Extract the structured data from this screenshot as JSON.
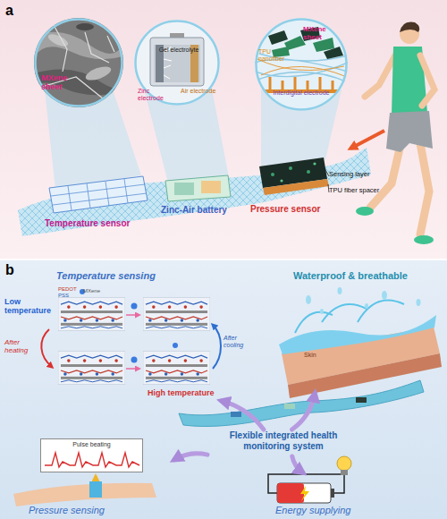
{
  "diagram": {
    "nodes": [
      {
        "text": [
          "MXene sheet"
        ]
      },
      {
        "text": [
          "Gel electrolyte",
          "Zinc electrode",
          "Air electrode"
        ]
      },
      {
        "text": [
          "MXene sheet",
          "TPU nanofiber",
          "Interdigital electrode"
        ]
      },
      {
        "text": [
          "Temperature sensing",
          "Low temperature",
          "PEDOT",
          "PSS",
          "MXene",
          "After heating",
          "After cooling",
          "High temperature"
        ]
      },
      {
        "text": [
          "Waterproof & breathable",
          "Skin"
        ]
      },
      {
        "text": [
          "Flexible integrated health monitoring system"
        ]
      },
      {
        "text": [
          "Pressure sensing"
        ]
      },
      {
        "text": [
          "Pulse beating"
        ],
        "in": 6
      },
      {
        "text": [
          "Energy supplying"
        ]
      }
    ],
    "edges": [
      {
        "from": 5,
        "to": 3,
        "arrow": "to"
      },
      {
        "from": 5,
        "to": 4,
        "arrow": "to"
      },
      {
        "from": 5,
        "to": 6,
        "arrow": "to"
      },
      {
        "from": 5,
        "to": 8,
        "arrow": "to"
      }
    ],
    "labels": [
      "a",
      "Temperature sensor",
      "Zinc-Air battery",
      "Pressure sensor",
      "Sensing layer",
      "TPU fiber spacer",
      "b"
    ]
  }
}
